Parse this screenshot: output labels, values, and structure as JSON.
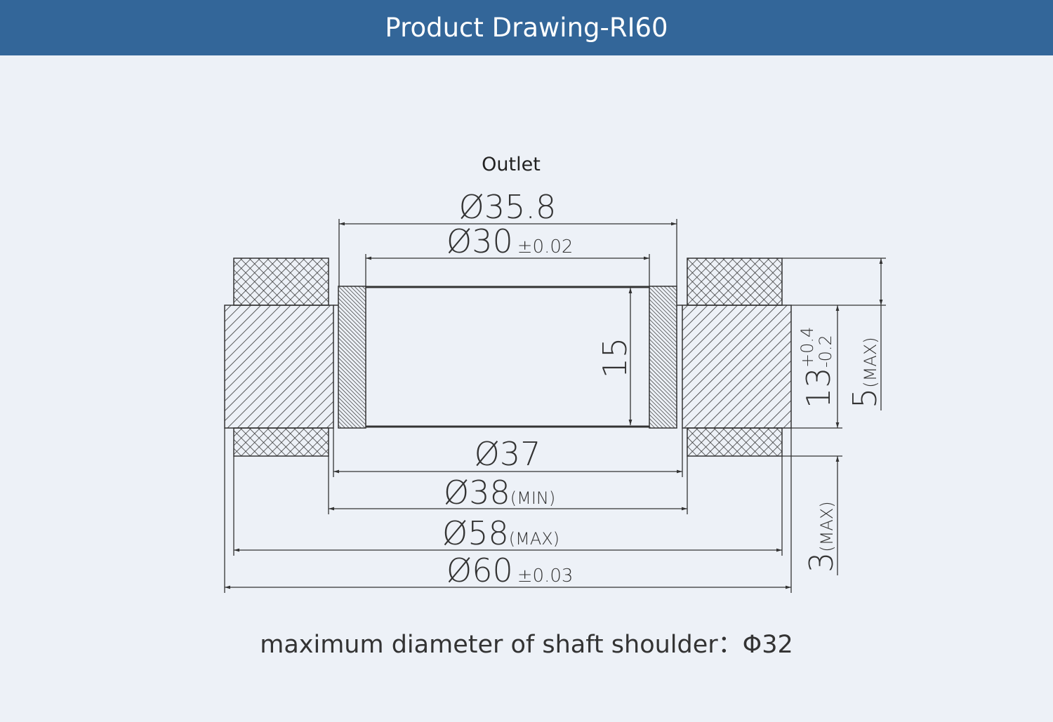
{
  "header": {
    "title": "Product Drawing-RI60"
  },
  "drawing": {
    "outlet_label": "Outlet",
    "dims": {
      "d35_8": "Ø35.8",
      "d30": "Ø30",
      "d30_tol": "±0.02",
      "width15": "15",
      "d37": "Ø37",
      "d38": "Ø38",
      "d38_note": "(MIN)",
      "d58": "Ø58",
      "d58_note": "(MAX)",
      "d60": "Ø60",
      "d60_tol": "±0.03",
      "h13": "13",
      "h13_tol_plus": "+0.4",
      "h13_tol_minus": "-0.2",
      "h5": "5",
      "h5_note": "(MAX)",
      "h3": "3",
      "h3_note": "(MAX)"
    },
    "line_color": "#333333"
  },
  "caption": "maximum diameter of shaft shoulder：Φ32",
  "colors": {
    "header": "#336699",
    "background": "#edf1f7"
  }
}
